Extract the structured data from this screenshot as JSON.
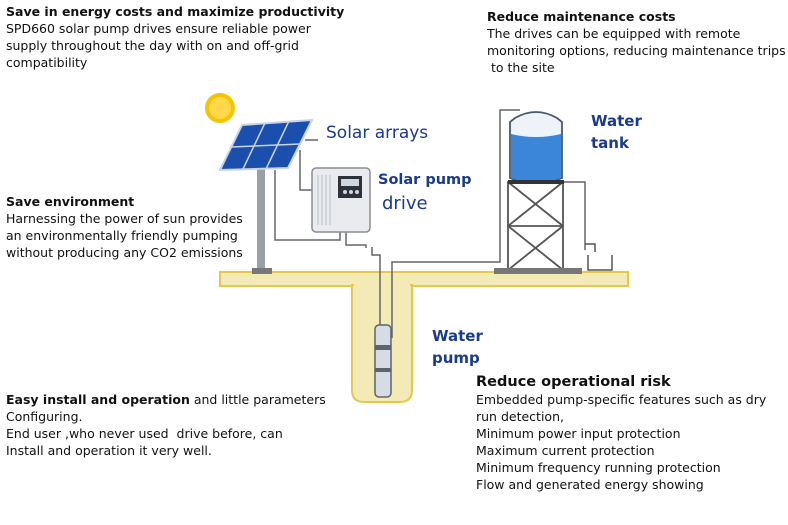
{
  "energy": {
    "heading": "Save in energy costs and maximize productivity",
    "lines": [
      "SPD660 solar pump drives ensure reliable power",
      "supply throughout the day with on and off-grid",
      "compatibility"
    ]
  },
  "maintenance": {
    "heading": "Reduce maintenance costs",
    "lines": [
      "The drives can be equipped with remote",
      "monitoring options, reducing maintenance trips",
      " to the site"
    ]
  },
  "environment": {
    "heading": "Save environment",
    "lines": [
      "Harnessing the power of sun provides",
      "an environmentally friendly pumping",
      "without producing any CO2 emissions"
    ]
  },
  "install": {
    "heading_bold": "Easy install and operation",
    "heading_rest": " and little parameters",
    "lines": [
      "Configuring.",
      "End user ,who never used  drive before, can",
      "Install and operation it very well."
    ]
  },
  "risk": {
    "heading": "Reduce operational risk",
    "lines": [
      "Embedded pump-specific features such as dry",
      "run detection,",
      "Minimum power input protection",
      "Maximum current protection",
      "Minimum frequency running protection",
      "Flow and generated energy showing"
    ]
  },
  "labels": {
    "solar_arrays": "Solar arrays",
    "pump_drive_1": "Solar pump",
    "pump_drive_2": "drive",
    "water_tank_1": "Water",
    "water_tank_2": "tank",
    "water_pump_1": "Water",
    "water_pump_2": "pump"
  },
  "colors": {
    "label_blue": "#1a3a8c",
    "ground": "#f3eab5",
    "ground_edge": "#e2c84d",
    "sun": "#f5c400",
    "panel": "#1b4fae",
    "water": "#3b86d9"
  }
}
